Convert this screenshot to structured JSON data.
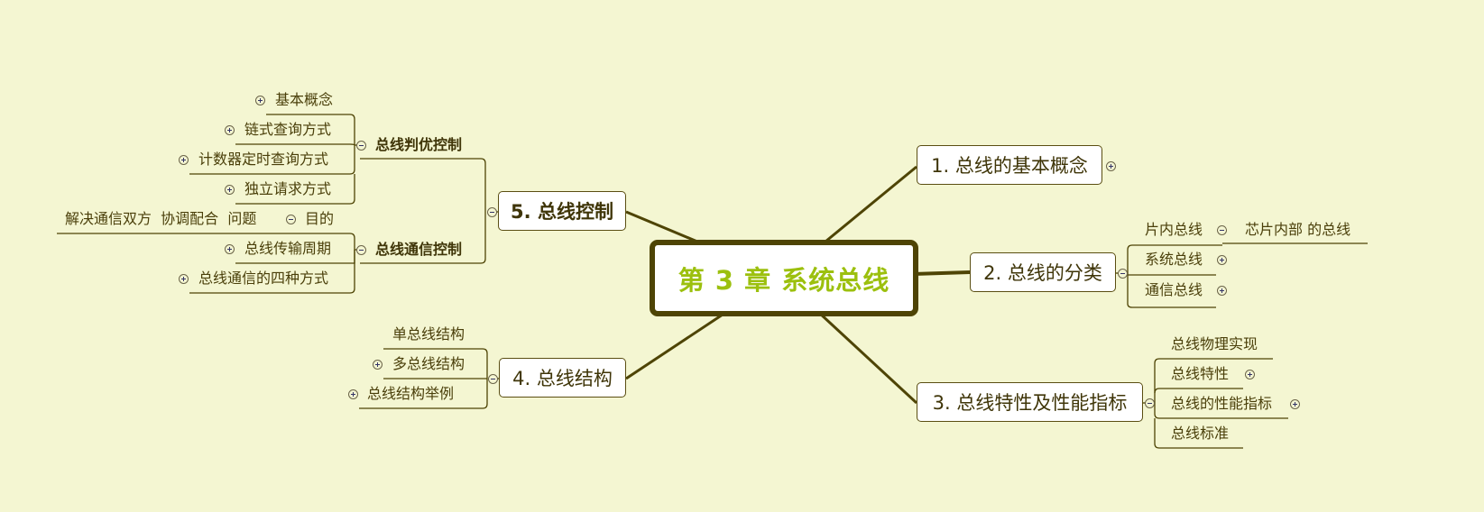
{
  "colors": {
    "background": "#F4F6D2",
    "central_text": "#9CC00E",
    "line": "#4E4405",
    "node_fill": "#FFFFFF"
  },
  "central": {
    "label": "第 3 章 系统总线"
  },
  "topics": {
    "t1": {
      "label": "1. 总线的基本概念",
      "toggle": "expand-plus"
    },
    "t2": {
      "label": "2. 总线的分类",
      "toggle": "collapse-minus",
      "children": [
        {
          "label": "片内总线",
          "toggle": "collapse-minus",
          "children": [
            {
              "label": "芯片内部 的总线"
            }
          ]
        },
        {
          "label": "系统总线",
          "toggle": "expand-plus"
        },
        {
          "label": "通信总线",
          "toggle": "expand-plus"
        }
      ]
    },
    "t3": {
      "label": "3. 总线特性及性能指标",
      "toggle": "collapse-minus",
      "children": [
        {
          "label": "总线物理实现"
        },
        {
          "label": "总线特性",
          "toggle": "expand-plus"
        },
        {
          "label": "总线的性能指标",
          "toggle": "expand-plus"
        },
        {
          "label": "总线标准"
        }
      ]
    },
    "t4": {
      "label": "4. 总线结构",
      "toggle": "collapse-minus",
      "children": [
        {
          "label": "单总线结构"
        },
        {
          "label": "多总线结构",
          "toggle": "expand-plus"
        },
        {
          "label": "总线结构举例",
          "toggle": "expand-plus"
        }
      ]
    },
    "t5": {
      "label": "5. 总线控制",
      "toggle": "collapse-minus",
      "children": [
        {
          "label": "总线判优控制",
          "toggle": "collapse-minus",
          "children": [
            {
              "label": "基本概念",
              "toggle": "expand-plus"
            },
            {
              "label": "链式查询方式",
              "toggle": "expand-plus"
            },
            {
              "label": "计数器定时查询方式",
              "toggle": "expand-plus"
            },
            {
              "label": "独立请求方式",
              "toggle": "expand-plus"
            }
          ]
        },
        {
          "label": "总线通信控制",
          "toggle": "collapse-minus",
          "children": [
            {
              "label": "目的",
              "toggle": "collapse-minus",
              "children": [
                {
                  "label": "解决通信双方  协调配合  问题"
                }
              ]
            },
            {
              "label": "总线传输周期",
              "toggle": "expand-plus"
            },
            {
              "label": "总线通信的四种方式",
              "toggle": "expand-plus"
            }
          ]
        }
      ]
    }
  }
}
